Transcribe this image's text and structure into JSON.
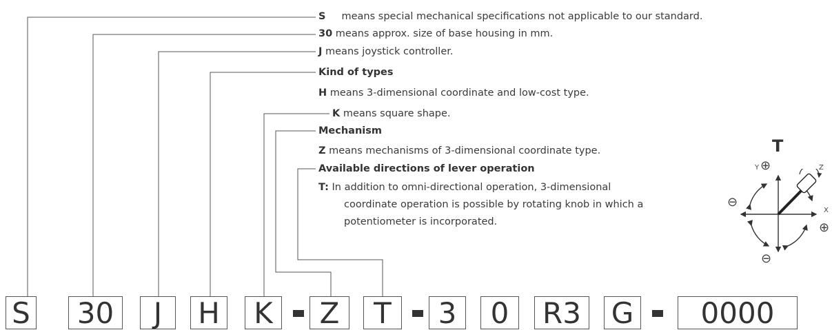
{
  "descriptions": {
    "S": {
      "code": "S",
      "text": "means  special mechanical specifications not applicable to our standard."
    },
    "size": {
      "code": "30",
      "text": "means approx. size of base housing in mm."
    },
    "joystick": {
      "code": "J",
      "text": "means joystick controller."
    },
    "kind_title": "Kind of types",
    "H": {
      "code": "H",
      "text": "means 3-dimensional coordinate and low-cost type."
    },
    "K": {
      "code": "K",
      "text": "means square shape."
    },
    "mechanism_title": "Mechanism",
    "Z": {
      "code": "Z",
      "text": "means mechanisms of 3-dimensional coordinate type."
    },
    "directions_title": "Available directions of lever operation",
    "T": {
      "code": "T:",
      "lines": [
        "In addition to omni-directional operation, 3-dimensional",
        "coordinate operation is possible by rotating knob in which a",
        "potentiometer is incorporated."
      ]
    }
  },
  "part_number": [
    "S",
    "30",
    "J",
    "H",
    "K",
    "Z",
    "T",
    "3",
    "0",
    "R3",
    "G",
    "0000"
  ],
  "direction_diagram": {
    "title": "T",
    "axis_y": "Y",
    "axis_x": "X",
    "axis_z": "Z",
    "plus": "⊕",
    "minus": "⊖"
  }
}
